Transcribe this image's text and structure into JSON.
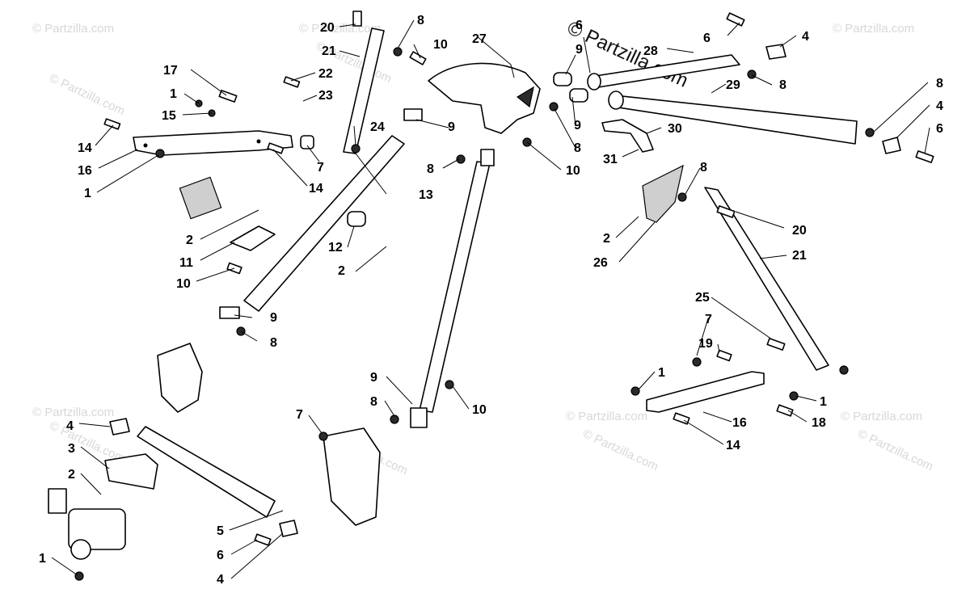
{
  "brand_watermark": "© Partzilla.com",
  "faint_watermark": "© Partzilla.com",
  "callouts": [
    "1",
    "2",
    "3",
    "4",
    "5",
    "6",
    "7",
    "8",
    "9",
    "10",
    "11",
    "12",
    "13",
    "14",
    "15",
    "16",
    "17",
    "18",
    "19",
    "20",
    "21",
    "22",
    "23",
    "24",
    "25",
    "26",
    "27",
    "28",
    "29",
    "30",
    "31"
  ]
}
